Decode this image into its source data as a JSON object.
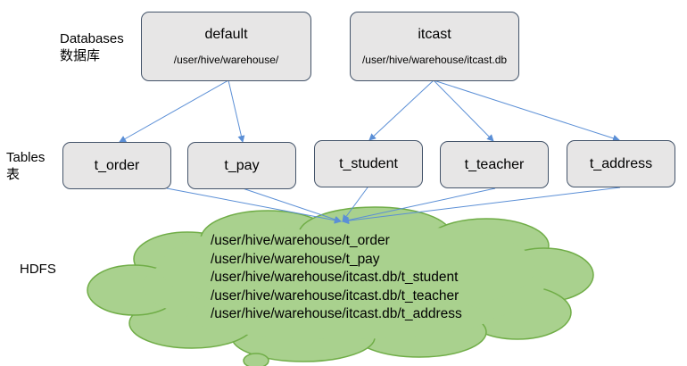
{
  "labels": {
    "databases": "Databases",
    "databases_cn": "数据库",
    "tables": "Tables",
    "tables_cn": "表",
    "hdfs": "HDFS"
  },
  "databases": [
    {
      "name": "default",
      "path": "/user/hive/warehouse/"
    },
    {
      "name": "itcast",
      "path": "/user/hive/warehouse/itcast.db"
    }
  ],
  "tables": [
    {
      "name": "t_order"
    },
    {
      "name": "t_pay"
    },
    {
      "name": "t_student"
    },
    {
      "name": "t_teacher"
    },
    {
      "name": "t_address"
    }
  ],
  "hdfs_paths": [
    "/user/hive/warehouse/t_order",
    "/user/hive/warehouse/t_pay",
    "/user/hive/warehouse/itcast.db/t_student",
    "/user/hive/warehouse/itcast.db/t_teacher",
    "/user/hive/warehouse/itcast.db/t_address"
  ],
  "colors": {
    "box_fill": "#e7e6e6",
    "box_border": "#44546a",
    "arrow": "#5b8fd6",
    "cloud_fill": "#a9d18e",
    "cloud_border": "#70ad47"
  }
}
